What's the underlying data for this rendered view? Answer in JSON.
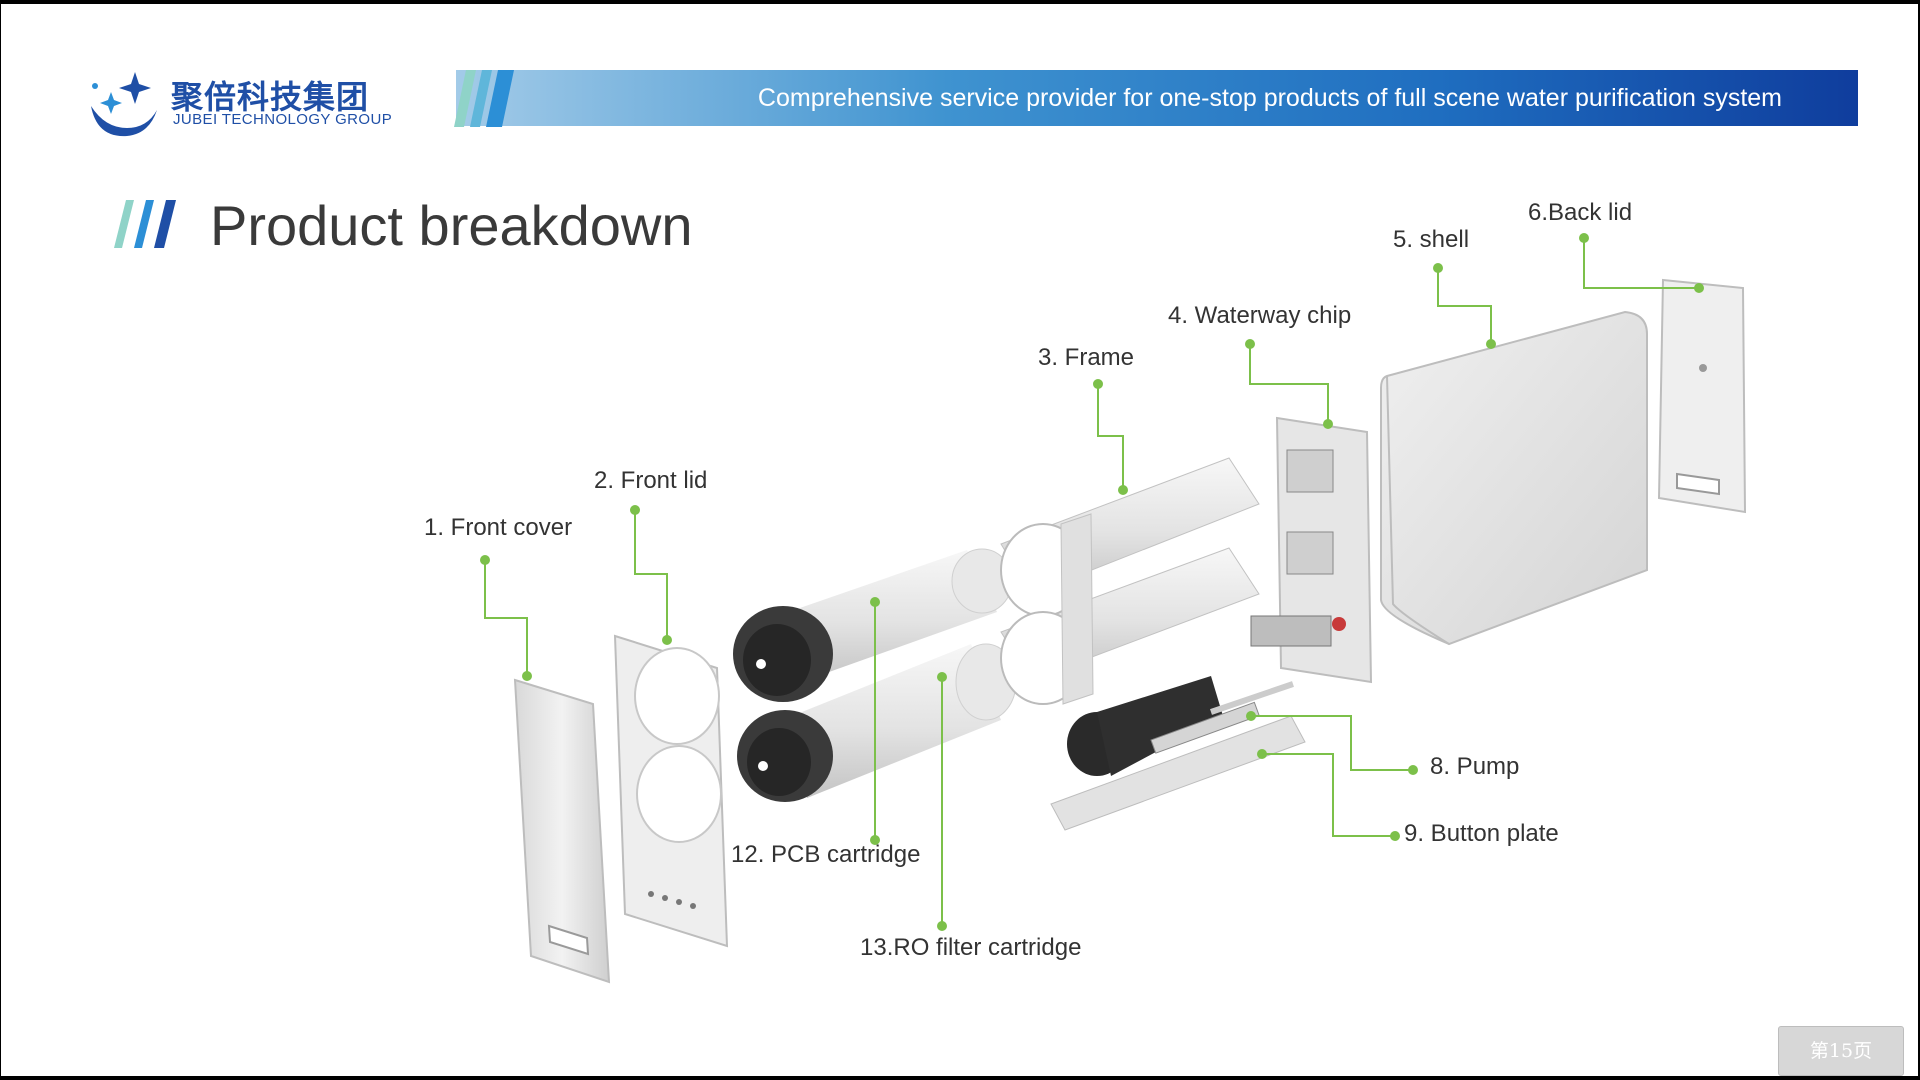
{
  "brand": {
    "name_cn": "聚倍科技集团",
    "name_en": "JUBEI TECHNOLOGY GROUP",
    "color": "#1f4fa6"
  },
  "banner": {
    "text": "Comprehensive service provider for one-stop products of full scene water purification system"
  },
  "slide": {
    "title": "Product breakdown",
    "page_indicator": "第15页"
  },
  "parts": [
    {
      "label": "1. Front cover"
    },
    {
      "label": "2. Front lid"
    },
    {
      "label": "3. Frame"
    },
    {
      "label": "4. Waterway chip"
    },
    {
      "label": "5. shell"
    },
    {
      "label": "6.Back lid"
    },
    {
      "label": "8. Pump"
    },
    {
      "label": "9. Button plate"
    },
    {
      "label": "12. PCB cartridge"
    },
    {
      "label": "13.RO filter cartridge"
    }
  ],
  "colors": {
    "accent_green": "#7cc04a",
    "banner_dark": "#0f3d9d",
    "banner_light": "#a3cbe8",
    "title_stripes": [
      "#8fd3c8",
      "#2c8fd6",
      "#1f4fa6"
    ]
  }
}
